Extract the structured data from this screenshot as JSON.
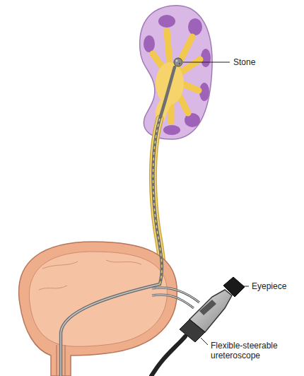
{
  "diagram": {
    "labels": [
      "Stone",
      "Eyepiece",
      "Flexible-steerable ureteroscope"
    ]
  }
}
